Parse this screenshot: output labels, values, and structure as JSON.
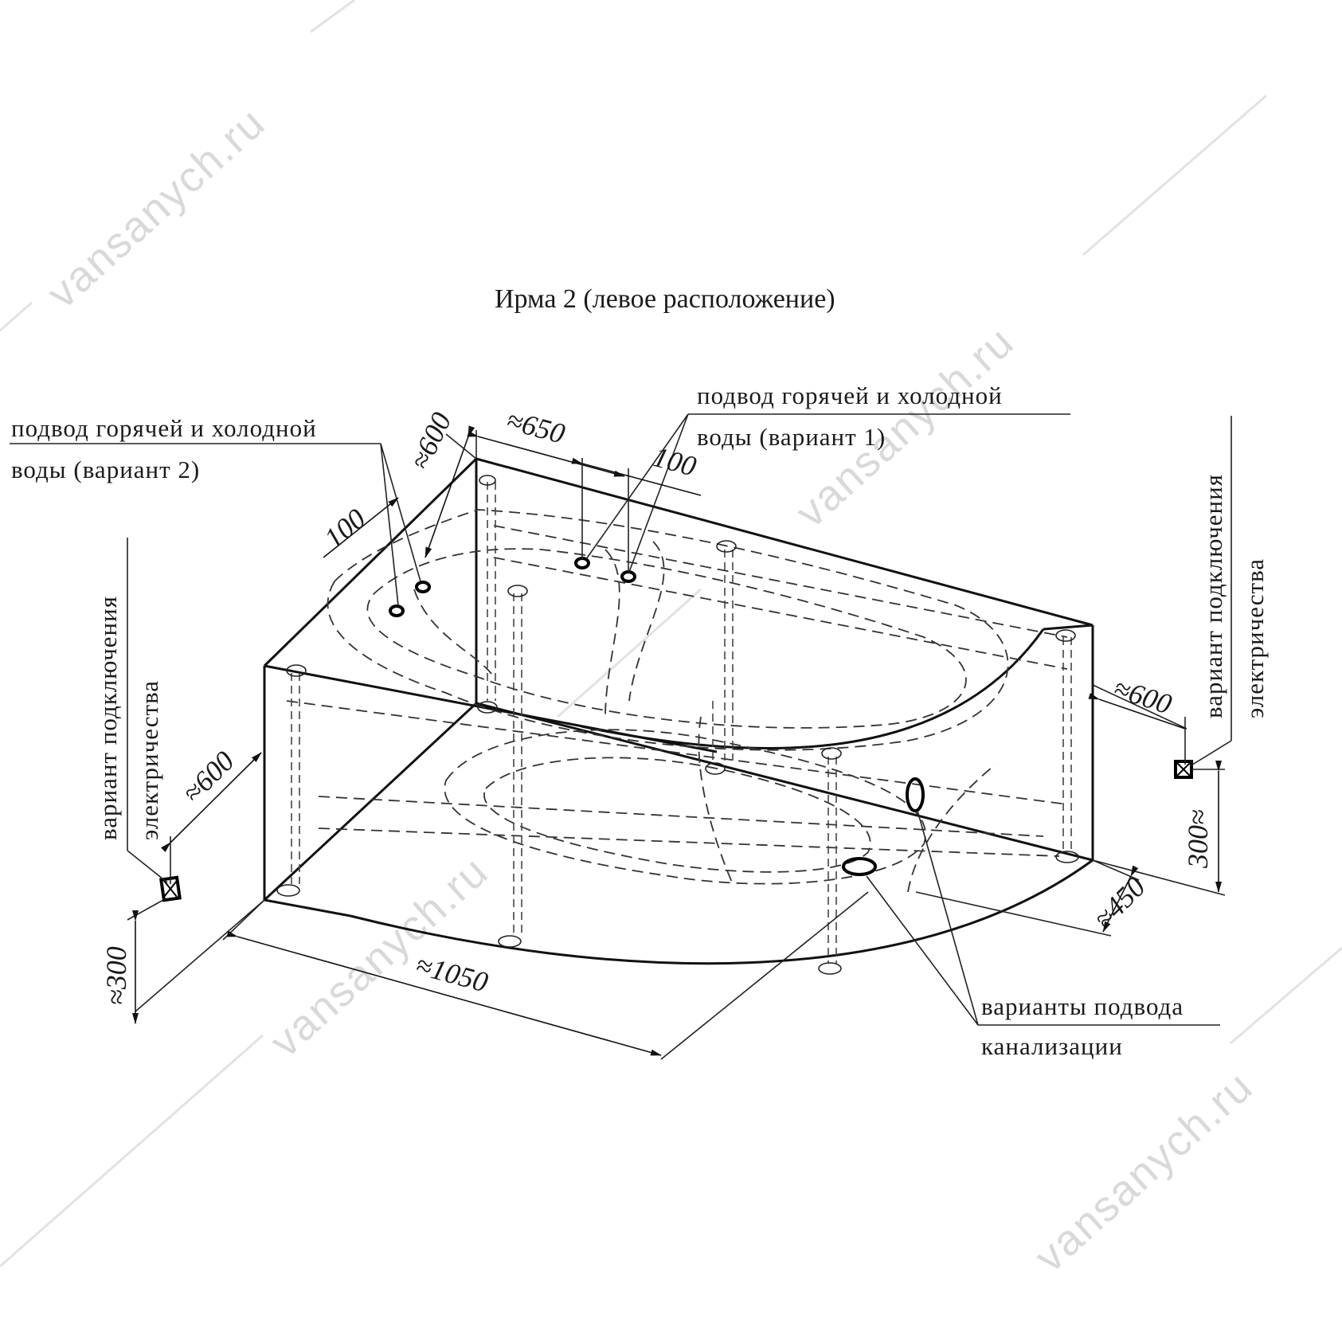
{
  "title": "Ирма 2 (левое расположение)",
  "watermark": "vansanych.ru",
  "notes": {
    "water_v2_line1": "подвод горячей и холодной",
    "water_v2_line2": "воды (вариант 2)",
    "water_v1_line1": "подвод горячей и холодной",
    "water_v1_line2": "воды (вариант 1)",
    "elec_left_line1": "вариант подключения",
    "elec_left_line2": "электричества",
    "elec_right_line1": "вариант подключения",
    "elec_right_line2": "электричества",
    "drain_line1": "варианты подвода",
    "drain_line2": "канализации"
  },
  "dimensions": {
    "d650": "≈650",
    "d600_top": "≈600",
    "d100_left": "100",
    "d100_right": "100",
    "d600_left": "≈600",
    "d300_left": "≈300",
    "d1050": "≈1050",
    "d600_right": "≈600",
    "d300_right": "300≈",
    "d450": "≈450"
  }
}
